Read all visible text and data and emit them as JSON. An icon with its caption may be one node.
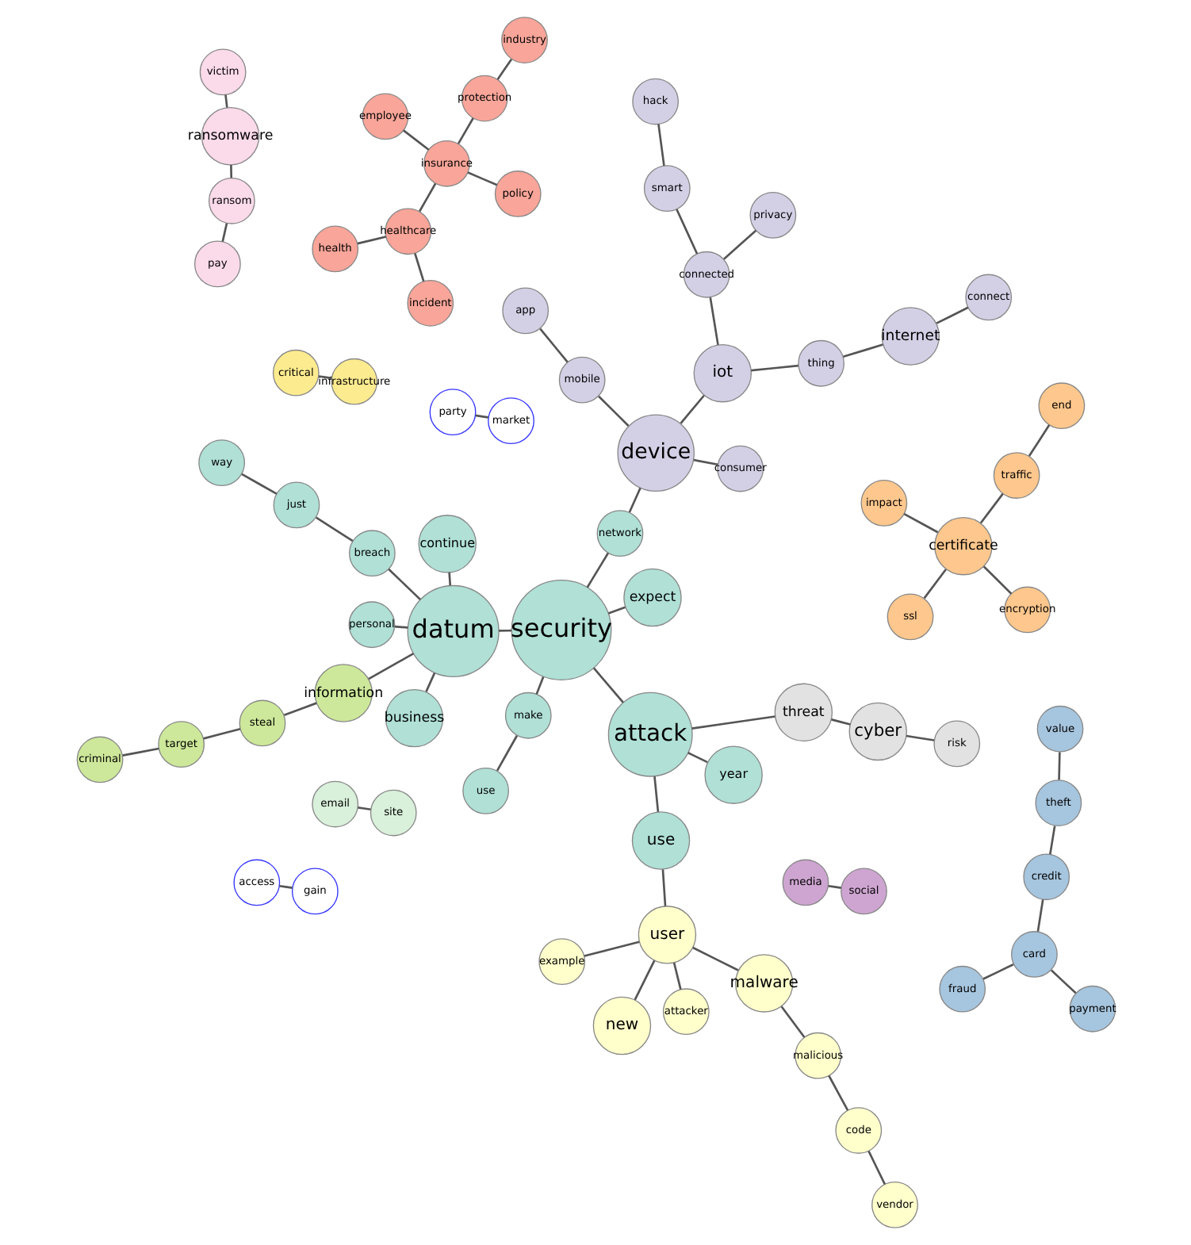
{
  "diagram": {
    "nodes": [
      {
        "text": [
          "risk"
        ]
      },
      {
        "text": [
          "cyber"
        ]
      },
      {
        "text": [
          "criminal"
        ]
      },
      {
        "text": [
          "target"
        ]
      },
      {
        "text": [
          "threat"
        ]
      },
      {
        "text": [
          "steal"
        ]
      },
      {
        "text": [
          "attacker"
        ]
      },
      {
        "text": [
          "malware"
        ]
      },
      {
        "text": [
          "malicious"
        ]
      },
      {
        "text": [
          "user"
        ]
      },
      {
        "text": [
          "code"
        ]
      },
      {
        "text": [
          "new"
        ]
      },
      {
        "text": [
          "vendor"
        ]
      },
      {
        "text": [
          "use"
        ]
      },
      {
        "text": [
          "information"
        ]
      },
      {
        "text": [
          "continue"
        ]
      },
      {
        "text": [
          "expect"
        ]
      },
      {
        "text": [
          "attack"
        ]
      },
      {
        "text": [
          "example"
        ]
      },
      {
        "text": [
          "business"
        ]
      },
      {
        "text": [
          "datum"
        ]
      },
      {
        "text": [
          "security"
        ]
      },
      {
        "text": [
          "year"
        ]
      },
      {
        "text": [
          "ssl"
        ]
      },
      {
        "text": [
          "traffic"
        ]
      },
      {
        "text": [
          "certificate"
        ]
      },
      {
        "text": [
          "end"
        ]
      },
      {
        "text": [
          "encryption"
        ]
      },
      {
        "text": [
          "breach"
        ]
      },
      {
        "text": [
          "personal"
        ]
      },
      {
        "text": [
          "make"
        ]
      },
      {
        "text": [
          "party"
        ]
      },
      {
        "text": [
          "impact"
        ]
      },
      {
        "text": [
          "network"
        ]
      },
      {
        "text": [
          "email"
        ]
      },
      {
        "text": [
          "market"
        ]
      },
      {
        "text": [
          "use"
        ]
      },
      {
        "text": [
          "just"
        ]
      },
      {
        "text": [
          "site"
        ]
      },
      {
        "text": [
          "media"
        ]
      },
      {
        "text": [
          "consumer"
        ]
      },
      {
        "text": [
          "device"
        ]
      },
      {
        "text": [
          "way"
        ]
      },
      {
        "text": [
          "social"
        ]
      },
      {
        "text": [
          "employee"
        ]
      },
      {
        "text": [
          "industry"
        ]
      },
      {
        "text": [
          "mobile"
        ]
      },
      {
        "text": [
          "critical"
        ]
      },
      {
        "text": [
          "privacy"
        ]
      },
      {
        "text": [
          "iot"
        ]
      },
      {
        "text": [
          "connected"
        ]
      },
      {
        "text": [
          "policy"
        ]
      },
      {
        "text": [
          "infrastructure"
        ]
      },
      {
        "text": [
          "insurance"
        ]
      },
      {
        "text": [
          "protection"
        ]
      },
      {
        "text": [
          "app"
        ]
      },
      {
        "text": [
          "thing"
        ]
      },
      {
        "text": [
          "pay"
        ]
      },
      {
        "text": [
          "access"
        ]
      },
      {
        "text": [
          "healthcare"
        ]
      },
      {
        "text": [
          "smart"
        ]
      },
      {
        "text": [
          "health"
        ]
      },
      {
        "text": [
          "internet"
        ]
      },
      {
        "text": [
          "gain"
        ]
      },
      {
        "text": [
          "ransom"
        ]
      },
      {
        "text": [
          "incident"
        ]
      },
      {
        "text": [
          "hack"
        ]
      },
      {
        "text": [
          "fraud"
        ]
      },
      {
        "text": [
          "connect"
        ]
      },
      {
        "text": [
          "ransomware"
        ]
      },
      {
        "text": [
          "card"
        ]
      },
      {
        "text": [
          "victim"
        ]
      },
      {
        "text": [
          "payment"
        ]
      },
      {
        "text": [
          "credit"
        ]
      },
      {
        "text": [
          "theft"
        ]
      },
      {
        "text": [
          "value"
        ]
      }
    ],
    "edges": [
      {
        "from": 0,
        "to": 1,
        "arrow": "none"
      },
      {
        "from": 1,
        "to": 4,
        "arrow": "none"
      },
      {
        "from": 4,
        "to": 17,
        "arrow": "none"
      },
      {
        "from": 2,
        "to": 3,
        "arrow": "none"
      },
      {
        "from": 3,
        "to": 5,
        "arrow": "none"
      },
      {
        "from": 5,
        "to": 14,
        "arrow": "none"
      },
      {
        "from": 14,
        "to": 20,
        "arrow": "none"
      },
      {
        "from": 6,
        "to": 9,
        "arrow": "none"
      },
      {
        "from": 7,
        "to": 9,
        "arrow": "none"
      },
      {
        "from": 7,
        "to": 8,
        "arrow": "none"
      },
      {
        "from": 8,
        "to": 10,
        "arrow": "none"
      },
      {
        "from": 10,
        "to": 12,
        "arrow": "none"
      },
      {
        "from": 9,
        "to": 11,
        "arrow": "none"
      },
      {
        "from": 9,
        "to": 18,
        "arrow": "none"
      },
      {
        "from": 13,
        "to": 9,
        "arrow": "none"
      },
      {
        "from": 17,
        "to": 13,
        "arrow": "none"
      },
      {
        "from": 15,
        "to": 20,
        "arrow": "none"
      },
      {
        "from": 19,
        "to": 20,
        "arrow": "none"
      },
      {
        "from": 16,
        "to": 21,
        "arrow": "none"
      },
      {
        "from": 20,
        "to": 21,
        "arrow": "none"
      },
      {
        "from": 21,
        "to": 17,
        "arrow": "none"
      },
      {
        "from": 17,
        "to": 22,
        "arrow": "none"
      },
      {
        "from": 20,
        "to": 28,
        "arrow": "none"
      },
      {
        "from": 20,
        "to": 29,
        "arrow": "none"
      },
      {
        "from": 21,
        "to": 30,
        "arrow": "none"
      },
      {
        "from": 21,
        "to": 33,
        "arrow": "none"
      },
      {
        "from": 30,
        "to": 36,
        "arrow": "none"
      },
      {
        "from": 28,
        "to": 37,
        "arrow": "none"
      },
      {
        "from": 37,
        "to": 42,
        "arrow": "none"
      },
      {
        "from": 23,
        "to": 25,
        "arrow": "none"
      },
      {
        "from": 25,
        "to": 24,
        "arrow": "none"
      },
      {
        "from": 24,
        "to": 26,
        "arrow": "none"
      },
      {
        "from": 27,
        "to": 25,
        "arrow": "none"
      },
      {
        "from": 25,
        "to": 32,
        "arrow": "none"
      },
      {
        "from": 31,
        "to": 35,
        "arrow": "none"
      },
      {
        "from": 34,
        "to": 38,
        "arrow": "none"
      },
      {
        "from": 33,
        "to": 41,
        "arrow": "none"
      },
      {
        "from": 40,
        "to": 41,
        "arrow": "none"
      },
      {
        "from": 41,
        "to": 46,
        "arrow": "none"
      },
      {
        "from": 46,
        "to": 55,
        "arrow": "none"
      },
      {
        "from": 41,
        "to": 49,
        "arrow": "none"
      },
      {
        "from": 50,
        "to": 49,
        "arrow": "none"
      },
      {
        "from": 48,
        "to": 50,
        "arrow": "none"
      },
      {
        "from": 50,
        "to": 60,
        "arrow": "none"
      },
      {
        "from": 60,
        "to": 66,
        "arrow": "none"
      },
      {
        "from": 49,
        "to": 56,
        "arrow": "none"
      },
      {
        "from": 56,
        "to": 62,
        "arrow": "none"
      },
      {
        "from": 62,
        "to": 68,
        "arrow": "none"
      },
      {
        "from": 39,
        "to": 43,
        "arrow": "none"
      },
      {
        "from": 47,
        "to": 52,
        "arrow": "none"
      },
      {
        "from": 44,
        "to": 53,
        "arrow": "none"
      },
      {
        "from": 51,
        "to": 53,
        "arrow": "none"
      },
      {
        "from": 53,
        "to": 54,
        "arrow": "none"
      },
      {
        "from": 45,
        "to": 54,
        "arrow": "none"
      },
      {
        "from": 53,
        "to": 59,
        "arrow": "none"
      },
      {
        "from": 61,
        "to": 59,
        "arrow": "none"
      },
      {
        "from": 59,
        "to": 65,
        "arrow": "none"
      },
      {
        "from": 58,
        "to": 63,
        "arrow": "none"
      },
      {
        "from": 57,
        "to": 64,
        "arrow": "none"
      },
      {
        "from": 64,
        "to": 69,
        "arrow": "none"
      },
      {
        "from": 69,
        "to": 71,
        "arrow": "none"
      },
      {
        "from": 67,
        "to": 70,
        "arrow": "none"
      },
      {
        "from": 72,
        "to": 70,
        "arrow": "none"
      },
      {
        "from": 70,
        "to": 73,
        "arrow": "none"
      },
      {
        "from": 73,
        "to": 74,
        "arrow": "none"
      },
      {
        "from": 74,
        "to": 75,
        "arrow": "none"
      }
    ]
  }
}
